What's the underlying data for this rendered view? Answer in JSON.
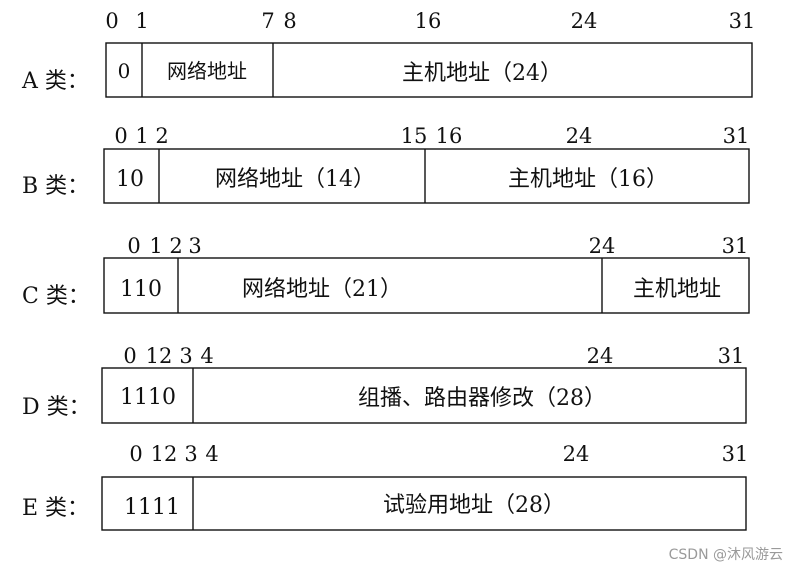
{
  "rows": [
    {
      "label": "A 类：",
      "ticks": [
        "0",
        "1",
        "7",
        "8",
        "16",
        "24",
        "31"
      ],
      "fields": [
        "0",
        "网络地址",
        "主机地址（24）"
      ]
    },
    {
      "label": "B 类：",
      "ticks": [
        "0",
        "1",
        "2",
        "15",
        "16",
        "24",
        "31"
      ],
      "fields": [
        "10",
        "网络地址（14）",
        "主机地址（16）"
      ]
    },
    {
      "label": "C 类：",
      "ticks": [
        "0",
        "1",
        "2",
        "3",
        "24",
        "31"
      ],
      "fields": [
        "110",
        "网络地址（21）",
        "主机地址"
      ]
    },
    {
      "label": "D 类：",
      "ticks": [
        "0",
        "12",
        "3",
        "4",
        "24",
        "31"
      ],
      "fields": [
        "1110",
        "组播、路由器修改（28）"
      ]
    },
    {
      "label": "E 类：",
      "ticks": [
        "0",
        "12",
        "3",
        "4",
        "24",
        "31"
      ],
      "fields": [
        "1111",
        "试验用地址（28）"
      ]
    }
  ],
  "watermark": "CSDN @沐风游云"
}
